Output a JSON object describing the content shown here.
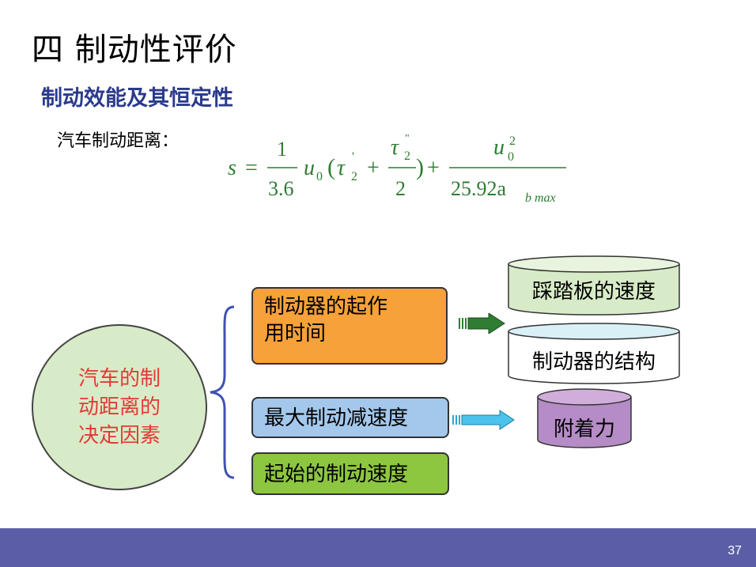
{
  "slide": {
    "title": "四  制动性评价",
    "subtitle": "制动效能及其恒定性",
    "formula_label": "汽车制动距离：",
    "formula": {
      "lhs": "s",
      "eq": "=",
      "num1": "1",
      "den1": "3.6",
      "u": "u",
      "u_sub": "0",
      "lparen": "(",
      "tau": "τ",
      "tau_sub": "2",
      "tau_prime": "'",
      "plus": "+",
      "tau2_num": "τ",
      "tau2_sub": "2",
      "tau2_dprime": "\"",
      "den2": "2",
      "rparen": ")",
      "plus2": "+",
      "num3_u": "u",
      "num3_sup": "2",
      "num3_sub": "0",
      "den3": "25.92a",
      "den3_sub": "b max"
    },
    "center": {
      "line1": "汽车的制",
      "line2": "动距离的",
      "line3": "决定因素"
    },
    "factors": {
      "orange_line1": "制动器的起作",
      "orange_line2": "用时间",
      "blue": "最大制动减速度",
      "green": "起始的制动速度"
    },
    "cylinders": {
      "pedal_speed": "踩踏板的速度",
      "brake_structure": "制动器的结构",
      "adhesion": "附着力"
    },
    "page_number": "37"
  },
  "colors": {
    "title": "#000000",
    "subtitle": "#2b3a8c",
    "formula": "#2e7d32",
    "ellipse_fill": "#d8ebc8",
    "ellipse_text": "#e53935",
    "orange_box": "#f7a13a",
    "blue_box": "#a3c8ec",
    "green_box": "#8dc63f",
    "cyl_green": "#d8ebc8",
    "cyl_blue": "#d9f0f7",
    "cyl_purple": "#b58cc6",
    "footer": "#5b5ea6",
    "brace": "#3f51b5"
  }
}
